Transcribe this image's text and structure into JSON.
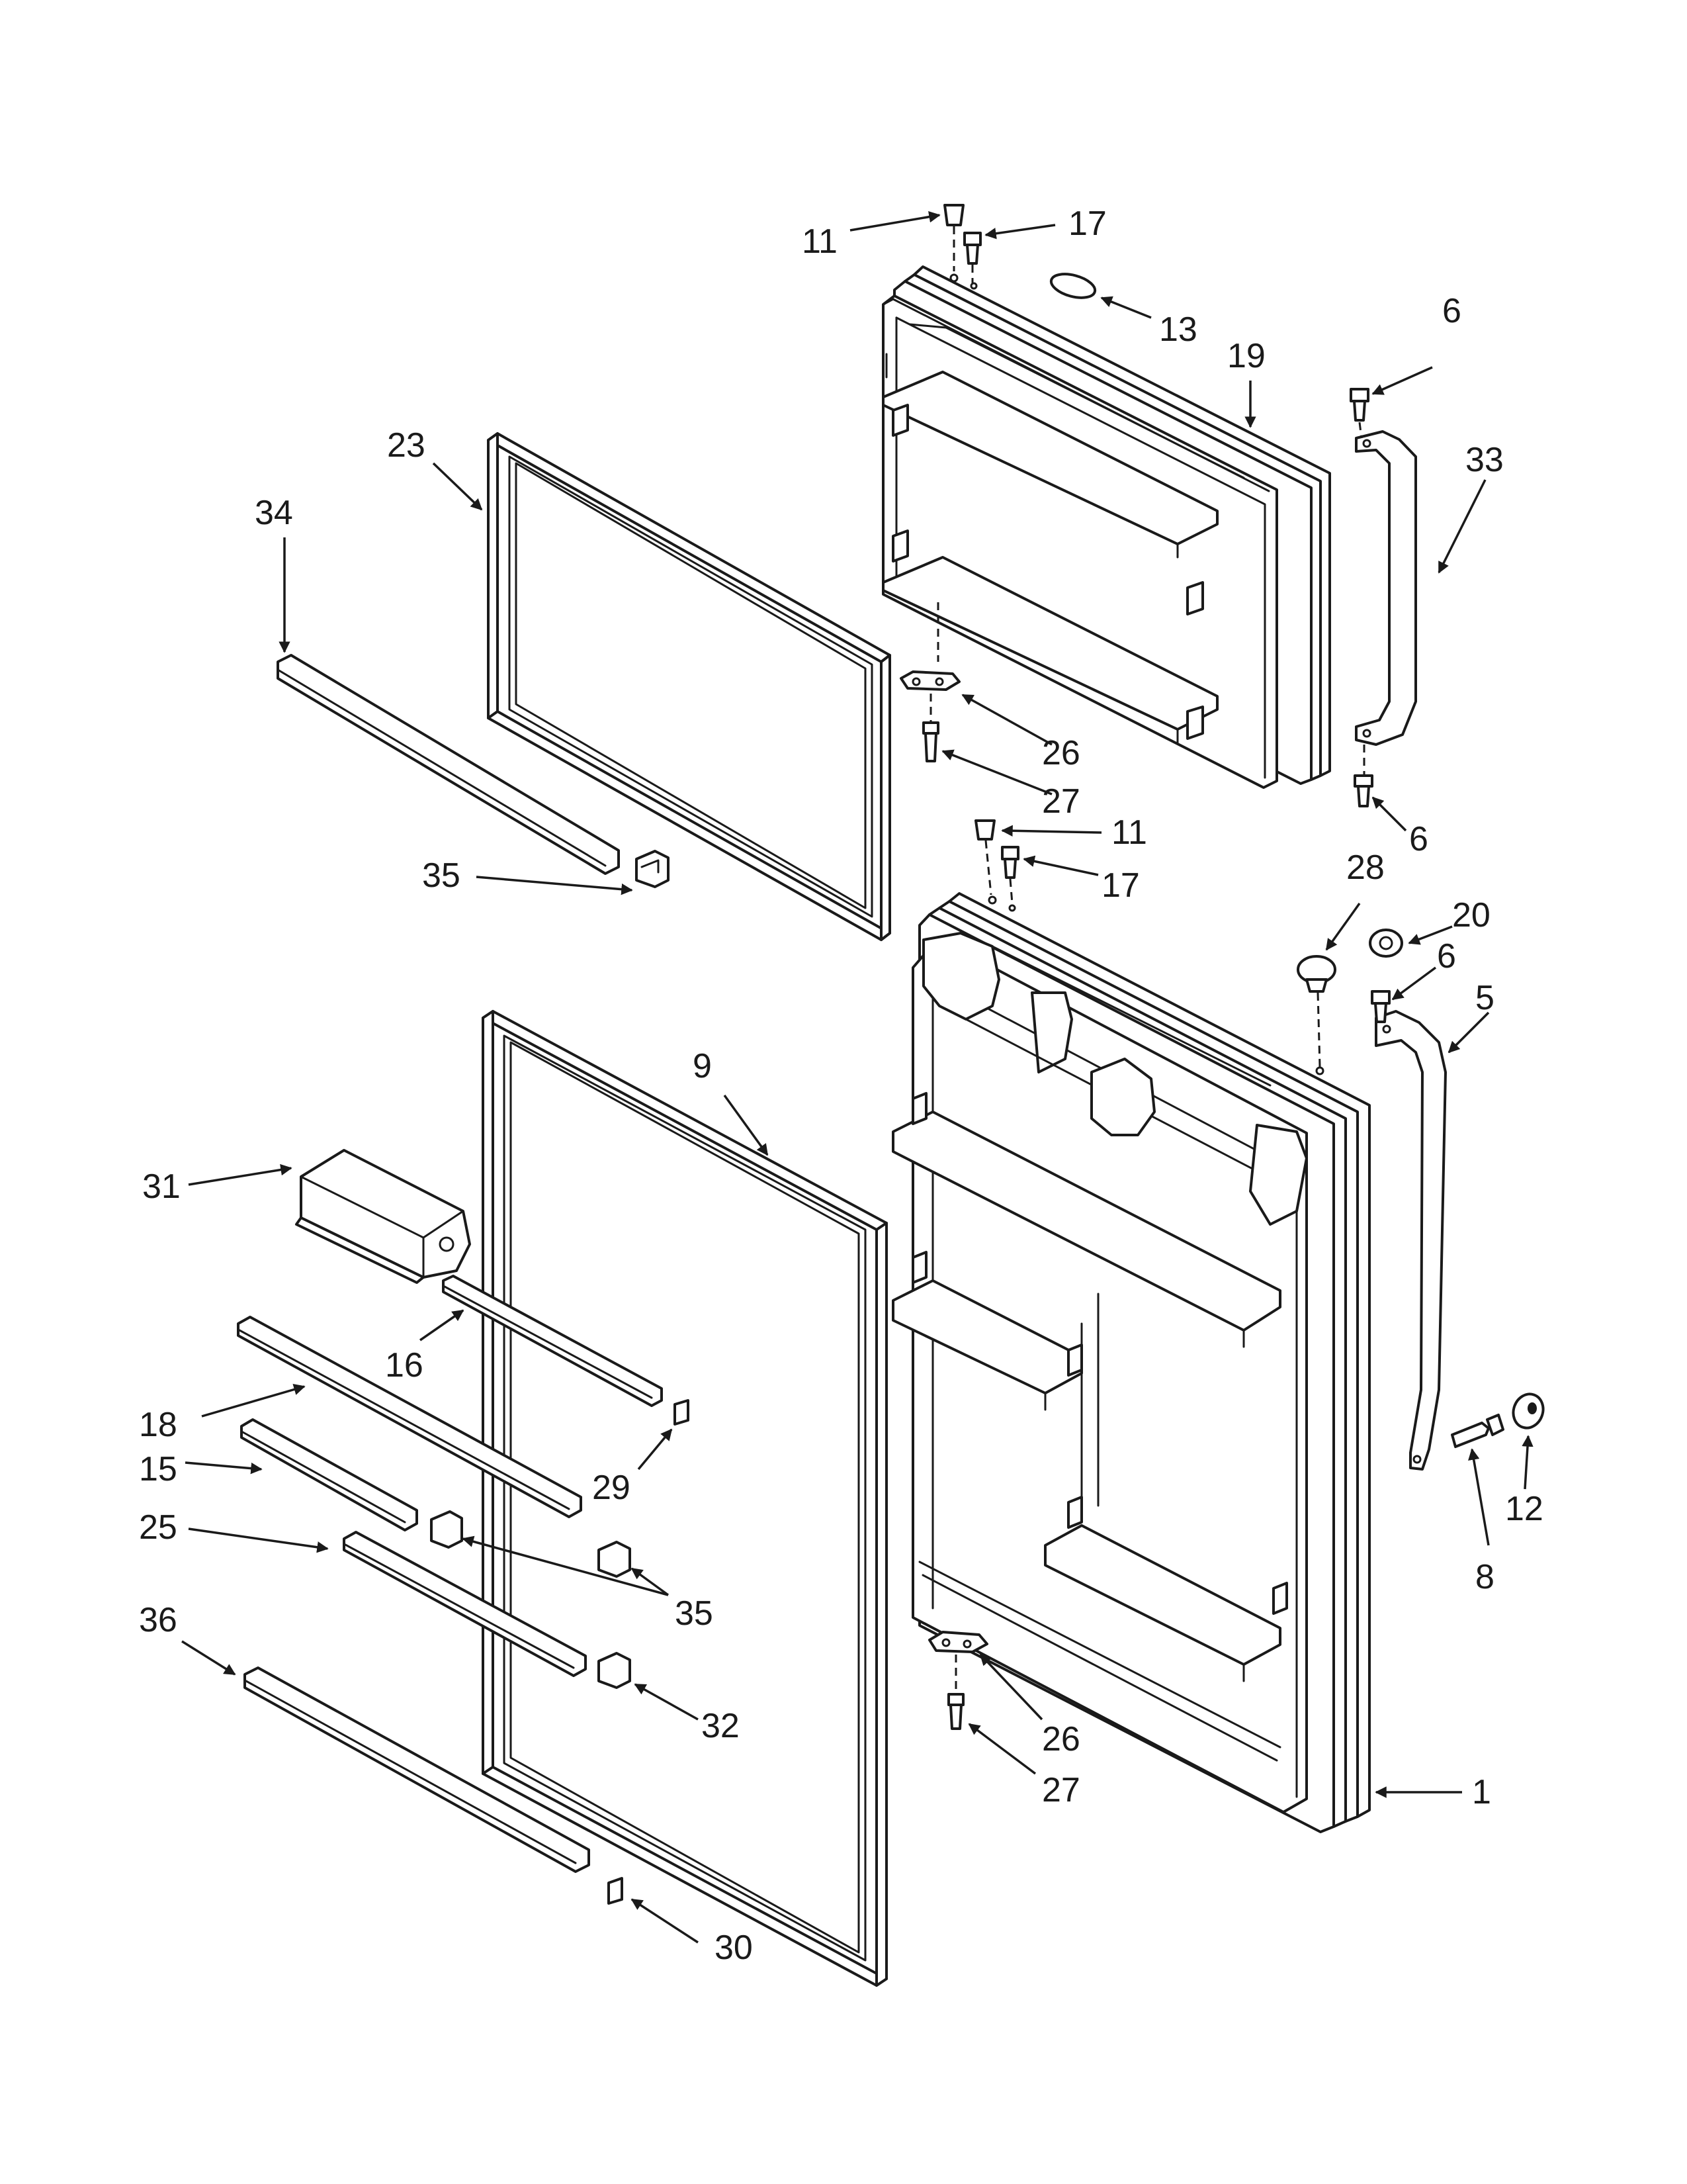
{
  "callouts": [
    {
      "id": "c-11-top",
      "text": "11"
    },
    {
      "id": "c-17-top",
      "text": "17"
    },
    {
      "id": "c-13",
      "text": "13"
    },
    {
      "id": "c-19",
      "text": "19"
    },
    {
      "id": "c-6-a",
      "text": "6"
    },
    {
      "id": "c-33",
      "text": "33"
    },
    {
      "id": "c-23",
      "text": "23"
    },
    {
      "id": "c-34",
      "text": "34"
    },
    {
      "id": "c-26-top",
      "text": "26"
    },
    {
      "id": "c-27-top",
      "text": "27"
    },
    {
      "id": "c-6-b",
      "text": "6"
    },
    {
      "id": "c-11-mid",
      "text": "11"
    },
    {
      "id": "c-17-mid",
      "text": "17"
    },
    {
      "id": "c-35-top",
      "text": "35"
    },
    {
      "id": "c-28",
      "text": "28"
    },
    {
      "id": "c-20",
      "text": "20"
    },
    {
      "id": "c-6-c",
      "text": "6"
    },
    {
      "id": "c-5",
      "text": "5"
    },
    {
      "id": "c-9",
      "text": "9"
    },
    {
      "id": "c-31",
      "text": "31"
    },
    {
      "id": "c-16",
      "text": "16"
    },
    {
      "id": "c-18",
      "text": "18"
    },
    {
      "id": "c-29",
      "text": "29"
    },
    {
      "id": "c-15",
      "text": "15"
    },
    {
      "id": "c-25",
      "text": "25"
    },
    {
      "id": "c-35-bottom",
      "text": "35"
    },
    {
      "id": "c-12",
      "text": "12"
    },
    {
      "id": "c-8",
      "text": "8"
    },
    {
      "id": "c-36",
      "text": "36"
    },
    {
      "id": "c-32",
      "text": "32"
    },
    {
      "id": "c-26-bottom",
      "text": "26"
    },
    {
      "id": "c-27-bottom",
      "text": "27"
    },
    {
      "id": "c-1",
      "text": "1"
    },
    {
      "id": "c-30",
      "text": "30"
    }
  ]
}
